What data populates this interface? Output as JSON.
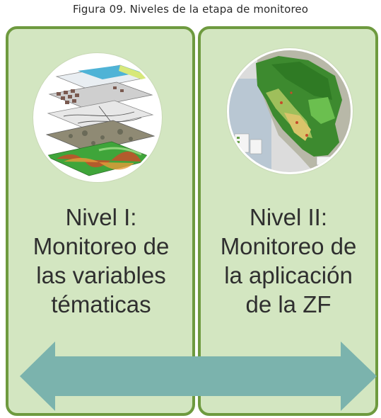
{
  "caption": "Figura 09. Niveles de la etapa de monitoreo",
  "levels": [
    {
      "lines": [
        "Nivel I:",
        "Monitoreo de",
        "las variables",
        "tématicas"
      ],
      "image": "layered-gis-map-icon"
    },
    {
      "lines": [
        "Nivel II:",
        "Monitoreo de",
        "la aplicación",
        "de la ZF"
      ],
      "image": "peru-zoning-map-icon"
    }
  ],
  "colors": {
    "panel_fill": "#d3e6c1",
    "panel_border": "#6e9a3f",
    "arrow": "#7bb3ad",
    "text": "#2f2f2f"
  }
}
